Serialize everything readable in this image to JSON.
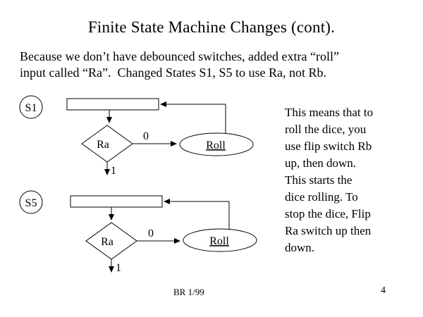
{
  "slide": {
    "title": "Finite State Machine Changes (cont).",
    "intro": "Because we don’t have debounced switches, added extra “roll”\ninput called “Ra”.  Changed States S1, S5 to use Ra, not Rb.",
    "side_text": "This means that to\nroll the dice, you\nuse flip switch Rb\nup, then down.\nThis starts the\ndice rolling. To\nstop the dice, Flip\nRa switch up then\ndown.",
    "footer": "BR 1/99",
    "page_number": "4"
  },
  "diagram_s1": {
    "state_label": "S1",
    "condition_label": "Ra",
    "branch_zero": "0",
    "branch_one": "1",
    "action_label": "Roll"
  },
  "diagram_s5": {
    "state_label": "S5",
    "condition_label": "Ra",
    "branch_zero": "0",
    "branch_one": "1",
    "action_label": "Roll"
  },
  "colors": {
    "background": "#ffffff",
    "ink": "#000000"
  }
}
